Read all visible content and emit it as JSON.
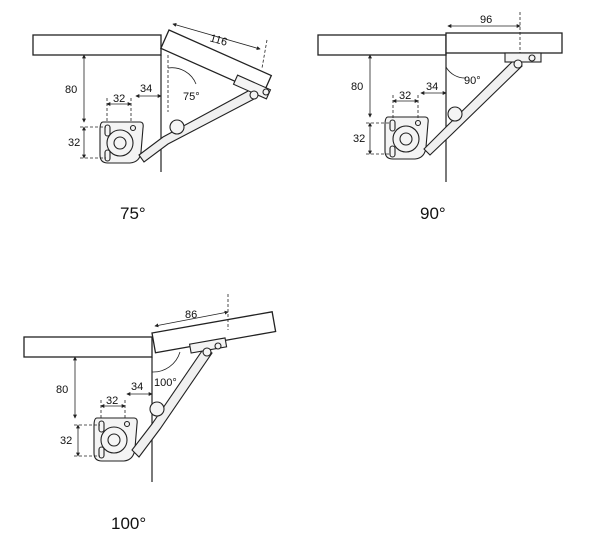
{
  "figures": [
    {
      "caption": "75°",
      "angle_label": "75°",
      "dims": {
        "lid_width": "116",
        "height": "80",
        "offset_a": "34",
        "hole_spacing_h": "32",
        "hole_spacing_v": "32"
      }
    },
    {
      "caption": "90°",
      "angle_label": "90°",
      "dims": {
        "lid_width": "96",
        "height": "80",
        "offset_a": "34",
        "hole_spacing_h": "32",
        "hole_spacing_v": "32"
      }
    },
    {
      "caption": "100°",
      "angle_label": "100°",
      "dims": {
        "lid_width": "86",
        "height": "80",
        "offset_a": "34",
        "hole_spacing_h": "32",
        "hole_spacing_v": "32"
      }
    }
  ]
}
